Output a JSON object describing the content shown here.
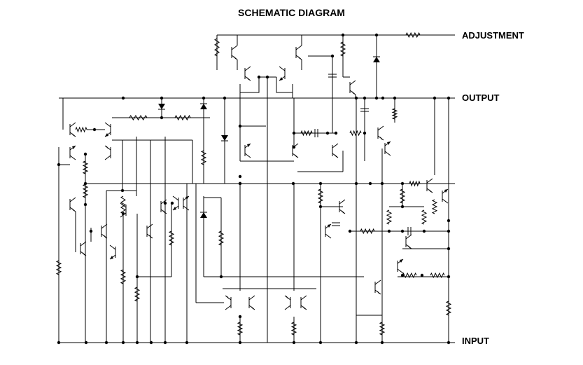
{
  "title": "SCHEMATIC DIAGRAM",
  "pins": {
    "adjustment": "ADJUSTMENT",
    "output": "OUTPUT",
    "input": "INPUT"
  }
}
